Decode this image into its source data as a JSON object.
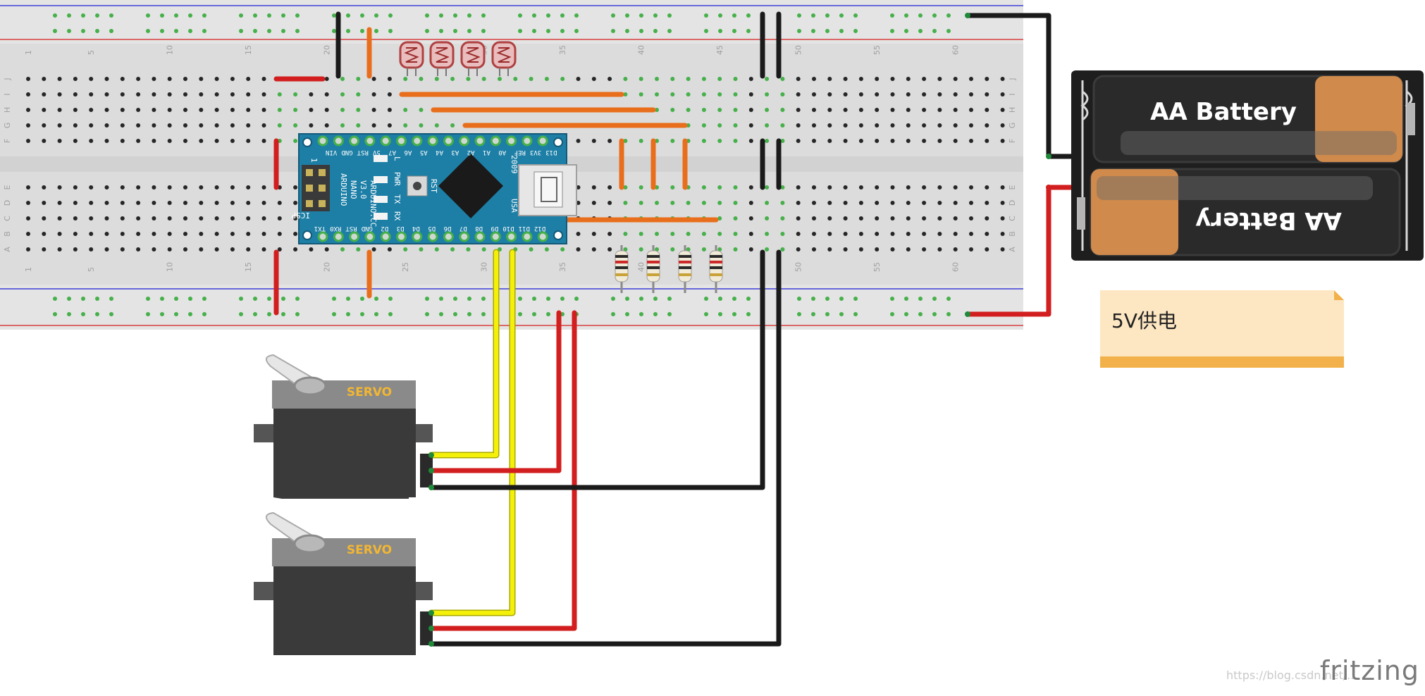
{
  "breadboard": {
    "column_numbers": [
      "1",
      "5",
      "10",
      "15",
      "20",
      "25",
      "30",
      "35",
      "40",
      "45",
      "50",
      "55",
      "60"
    ],
    "row_letters_top": [
      "J",
      "I",
      "H",
      "G",
      "F"
    ],
    "row_letters_bottom": [
      "E",
      "D",
      "C",
      "B",
      "A"
    ]
  },
  "arduino": {
    "board_text": [
      "ARDUINO",
      "NANO",
      "V3.0"
    ],
    "site": "ARDUINO.CC",
    "year": "2009",
    "made_in": "USA",
    "icsp": "ICSP",
    "icsp_pin": "1",
    "leds": [
      "L",
      "PWR",
      "TX",
      "RX"
    ],
    "rst_label": "RST",
    "top_pins": [
      "D12",
      "D11",
      "D10",
      "D9",
      "D8",
      "D7",
      "D6",
      "D5",
      "D4",
      "D3",
      "D2",
      "GND",
      "RST",
      "RX0",
      "TX1"
    ],
    "bottom_pins": [
      "D13",
      "3V3",
      "REF",
      "A0",
      "A1",
      "A2",
      "A3",
      "A4",
      "A5",
      "A6",
      "A7",
      "5V",
      "RST",
      "GND",
      "VIN"
    ]
  },
  "battery": {
    "cells": [
      "AA Battery",
      "AA Battery"
    ]
  },
  "servos": [
    {
      "label": "SERVO"
    },
    {
      "label": "SERVO"
    }
  ],
  "note": {
    "text": "5V供电"
  },
  "brand": "fritzing",
  "watermark": "https://blog.csdn.net/..."
}
